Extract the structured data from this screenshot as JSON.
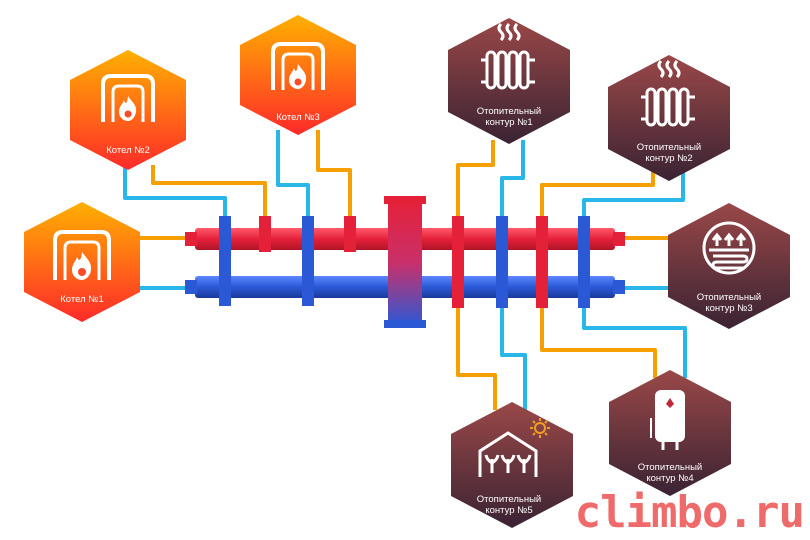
{
  "nodes": {
    "boiler1": {
      "label": "Котел №1"
    },
    "boiler2": {
      "label": "Котел №2"
    },
    "boiler3": {
      "label": "Котел №3"
    },
    "circuit1": {
      "line1": "Отопительный",
      "line2": "контур  №1"
    },
    "circuit2": {
      "line1": "Отопительный",
      "line2": "контур  №2"
    },
    "circuit3": {
      "line1": "Отопительный",
      "line2": "контур  №3"
    },
    "circuit4": {
      "line1": "Отопительный",
      "line2": "контур  №4"
    },
    "circuit5": {
      "line1": "Отопительный",
      "line2": "контур  №5"
    }
  },
  "icons": {
    "boiler": "boiler-flame-icon",
    "radiator": "radiator-heat-icon",
    "floor": "underfloor-heating-icon",
    "water_heater": "water-heater-icon",
    "greenhouse": "greenhouse-sun-icon"
  },
  "colors": {
    "hot_pipe": "#e5213a",
    "cold_pipe": "#2b59d6",
    "hot_line": "#f5a000",
    "cold_line": "#29b6e8",
    "boiler_top": "#ffb000",
    "boiler_bottom": "#ff2a2a",
    "circuit_top": "#9a4848",
    "circuit_bottom": "#3a2333"
  },
  "watermark": "climbo.ru"
}
